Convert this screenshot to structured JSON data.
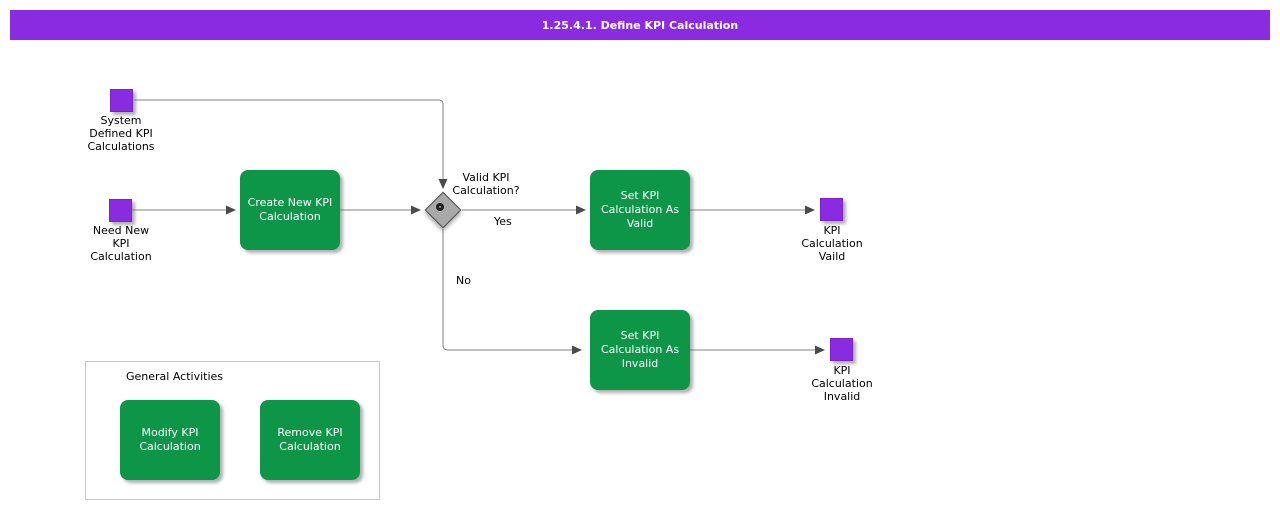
{
  "title_bar": {
    "text": "1.25.4.1. Define KPI Calculation"
  },
  "colors": {
    "banner_purple": "#8A2BE2",
    "event_purple": "#8A2BE2",
    "task_green": "#0E9648",
    "connector_gray": "#808080",
    "gateway_gray": "#A9A9A9"
  },
  "events": [
    {
      "id": "system-defined-kpi-calculations",
      "lines": [
        "System",
        "Defined KPI",
        "Calculations"
      ]
    },
    {
      "id": "need-new-kpi-calculation",
      "lines": [
        "Need New",
        "KPI",
        "Calculation"
      ]
    },
    {
      "id": "kpi-calculation-vaild",
      "lines": [
        "KPI",
        "Calculation",
        "Vaild"
      ]
    },
    {
      "id": "kpi-calculation-invalid",
      "lines": [
        "KPI",
        "Calculation",
        "Invalid"
      ]
    }
  ],
  "tasks": [
    {
      "id": "create-new-kpi-calculation",
      "lines": [
        "Create New KPI",
        "Calculation"
      ]
    },
    {
      "id": "set-kpi-calculation-as-valid",
      "lines": [
        "Set KPI",
        "Calculation As",
        "Valid"
      ]
    },
    {
      "id": "set-kpi-calculation-as-invalid",
      "lines": [
        "Set KPI",
        "Calculation As",
        "Invalid"
      ]
    },
    {
      "id": "modify-kpi-calculation",
      "lines": [
        "Modify KPI",
        "Calculation"
      ]
    },
    {
      "id": "remove-kpi-calculation",
      "lines": [
        "Remove KPI",
        "Calculation"
      ]
    }
  ],
  "gateway": {
    "question_lines": [
      "Valid KPI",
      "Calculation?"
    ],
    "yes_label": "Yes",
    "no_label": "No"
  },
  "general_activities": {
    "title": "General Activities"
  }
}
